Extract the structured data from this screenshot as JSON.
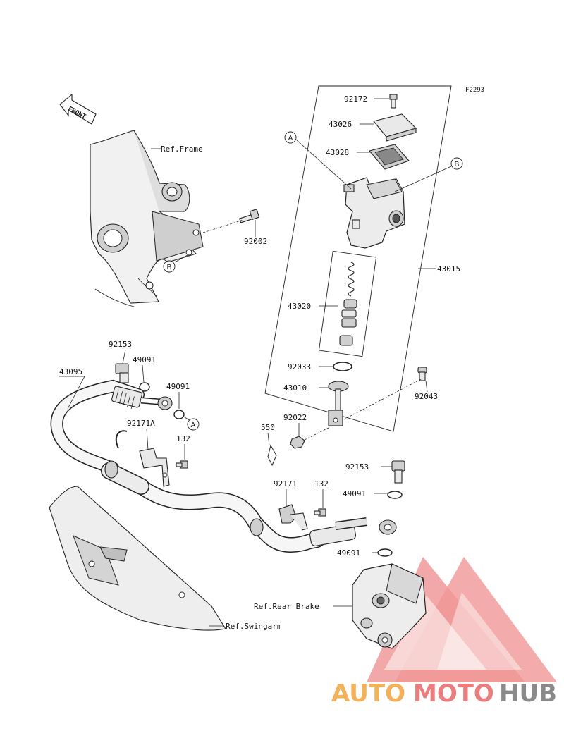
{
  "diagram_code": "F2293",
  "front_label": "FRONT",
  "part_numbers": {
    "p92172": "92172",
    "p43026": "43026",
    "p43028": "43028",
    "p92002": "92002",
    "p43015": "43015",
    "p43020": "43020",
    "p92033": "92033",
    "p43010": "43010",
    "p92043": "92043",
    "p92022": "92022",
    "p550": "550",
    "p92153a": "92153",
    "p49091a": "49091",
    "p49091b": "49091",
    "p43095": "43095",
    "p92171a": "92171A",
    "p132a": "132",
    "p92171": "92171",
    "p132b": "132",
    "p92153b": "92153",
    "p49091c": "49091",
    "p49091d": "49091"
  },
  "references": {
    "frame": "Ref.Frame",
    "rear_brake": "Ref.Rear Brake",
    "swingarm": "Ref.Swingarm"
  },
  "callouts": {
    "a_top": "A",
    "b_top": "B",
    "b_frame": "B",
    "a_hose": "A"
  },
  "watermark": {
    "part1": "AUTO",
    "part2": "MOTO",
    "part3": "HUB",
    "colors": {
      "auto": "#f2b15a",
      "moto": "#ea7d7d",
      "hub": "#8a8a8a",
      "triangle": "#ee6f6f"
    }
  }
}
